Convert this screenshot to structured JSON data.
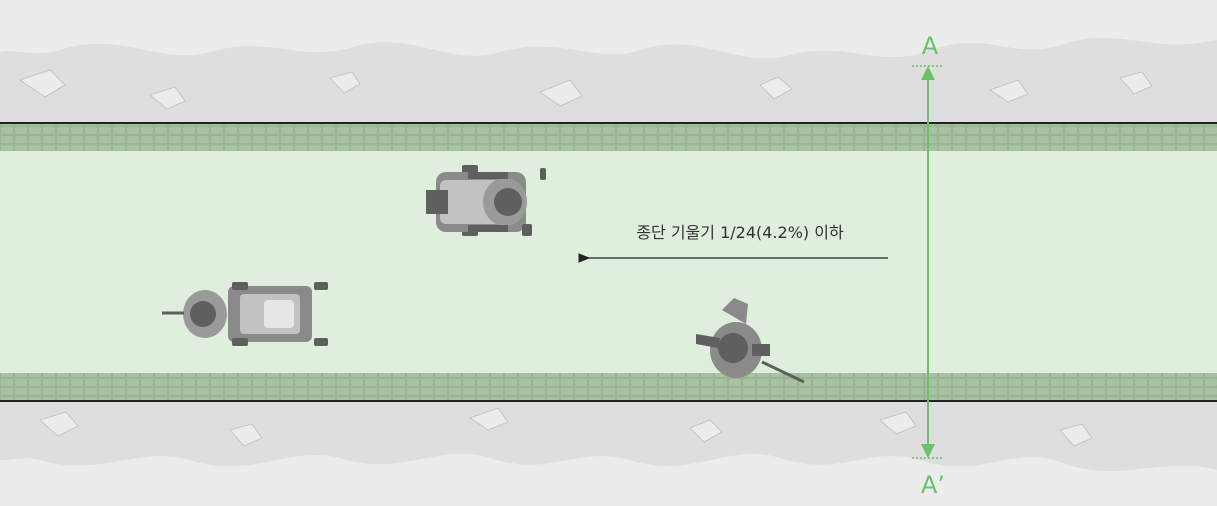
{
  "slope_label": "종단 기울기 1/24(4.2%) 이하",
  "section_start": "A",
  "section_end": "A’",
  "colors": {
    "path_fill": "#dfeedd",
    "paver_band": "#9ab594",
    "paver_line": "#c9dcc5",
    "edge_line": "#222222",
    "ground": "#dedede",
    "ground_patch": "#ececec",
    "section_line": "#6cc06a",
    "arrow": "#222222",
    "figure_dark": "#5f5f5f",
    "figure_mid": "#8a8a8a",
    "figure_light": "#c2c2c2"
  },
  "figures": [
    "wheelchair-user",
    "mobility-scooter-user",
    "cane-user"
  ],
  "icons": [
    "direction-arrow-icon",
    "section-arrow-icon"
  ]
}
